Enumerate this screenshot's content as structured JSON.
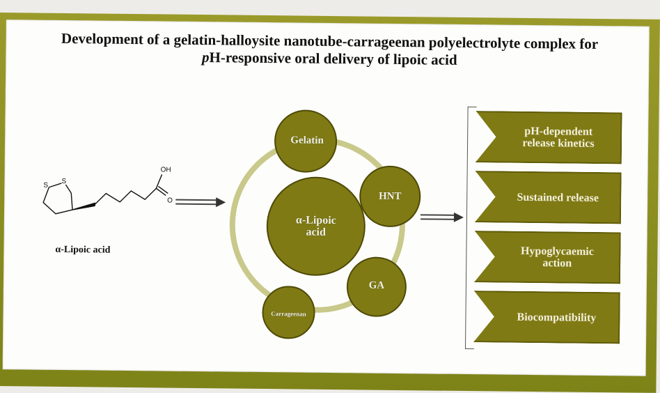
{
  "title": {
    "line1": "Development of a gelatin-halloysite nanotube-carrageenan polyelectrolyte complex for",
    "line2_italic": "p",
    "line2_rest": "H-responsive oral delivery of lipoic acid"
  },
  "molecule": {
    "label": "α-Lipoic acid",
    "atom_oh": "OH",
    "atom_o": "O",
    "atom_s1": "S",
    "atom_s2": "S"
  },
  "center": {
    "core_line1": "α-Lipoic",
    "core_line2": "acid",
    "nodes": [
      "Gelatin",
      "HNT",
      "GA",
      "Carrageenan"
    ]
  },
  "outcomes": [
    {
      "line1": "pH-dependent",
      "line2": "release kinetics"
    },
    {
      "line1": "Sustained release",
      "line2": ""
    },
    {
      "line1": "Hypoglycaemic",
      "line2": "action"
    },
    {
      "line1": "Biocompatibility",
      "line2": ""
    }
  ],
  "colors": {
    "frame": "#8a8c1e",
    "node_fill": "#7f7a14",
    "ring": "#c8c98a",
    "ribbon": "#7f7a14"
  }
}
